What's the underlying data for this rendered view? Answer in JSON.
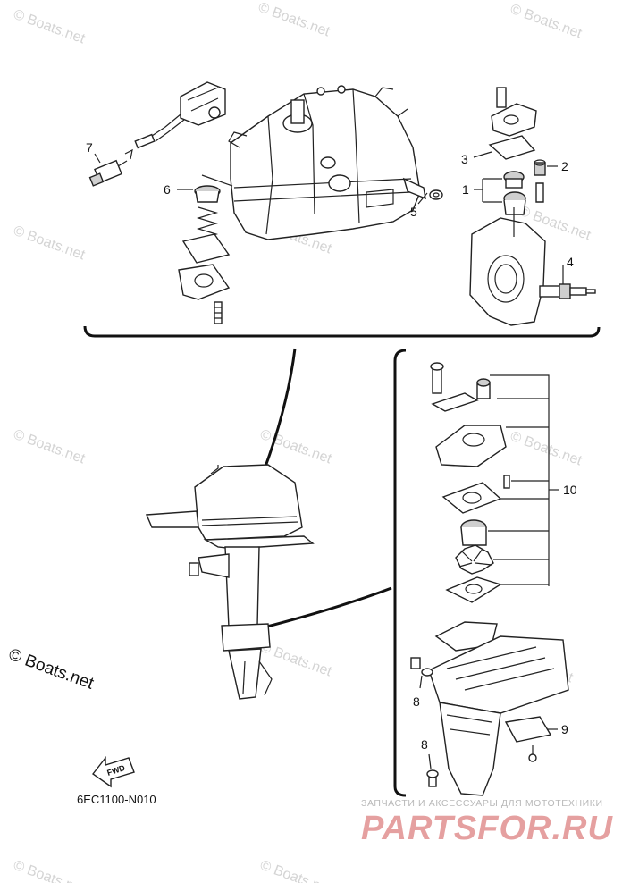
{
  "diagram": {
    "callouts": [
      "1",
      "2",
      "3",
      "4",
      "5",
      "6",
      "7",
      "8",
      "8",
      "9",
      "10"
    ],
    "drawing_code": "6EC1100-N010",
    "fwd_label": "FWD",
    "copyright_text": "© Boats.net",
    "watermark_text": "© Boats.net"
  },
  "branding": {
    "subtitle": "ЗАПЧАСТИ И АКСЕССУАРЫ ДЛЯ МОТОТЕХНИКИ",
    "name_part1": "PARTS",
    "name_part2": "FOR.RU"
  },
  "colors": {
    "ink": "#111111",
    "watermark": "#d4d4d4",
    "brand_red": "#e5a0a0"
  }
}
